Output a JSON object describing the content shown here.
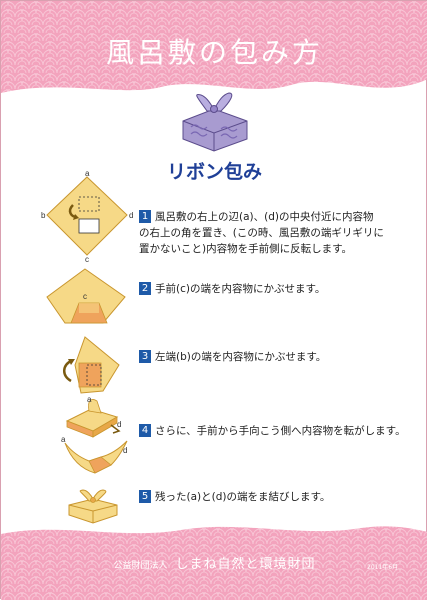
{
  "page": {
    "title": "風呂敷の包み方",
    "subtitle": "リボン包み"
  },
  "steps": [
    {
      "num": "1",
      "lines": [
        "風呂敷の右上の辺(a)、(d)の中央付近に内容物",
        "の右上の角を置き、(この時、風呂敷の端ギリギリに",
        "置かないこと)内容物を手前側に反転します。"
      ]
    },
    {
      "num": "2",
      "lines": [
        "手前(c)の端を内容物にかぶせます。"
      ]
    },
    {
      "num": "3",
      "lines": [
        "左端(b)の端を内容物にかぶせます。"
      ]
    },
    {
      "num": "4",
      "lines": [
        "さらに、手前から手向こう側へ内容物を転がします。"
      ]
    },
    {
      "num": "5",
      "lines": [
        "残った(a)と(d)の端をま結びします。"
      ]
    }
  ],
  "diagram_labels": {
    "a": "a",
    "b": "b",
    "c": "c",
    "d": "d"
  },
  "footer": {
    "org_prefix": "公益財団法人",
    "org_name": "しまね自然と環境財団",
    "date": "2011年6月"
  },
  "colors": {
    "pink": "#f3a3bd",
    "pink_pattern": "#f7bccf",
    "cloth": "#f5d67a",
    "cloth_dark": "#e8a848",
    "inner": "#f0a35c",
    "blue": "#1e5aa8"
  }
}
